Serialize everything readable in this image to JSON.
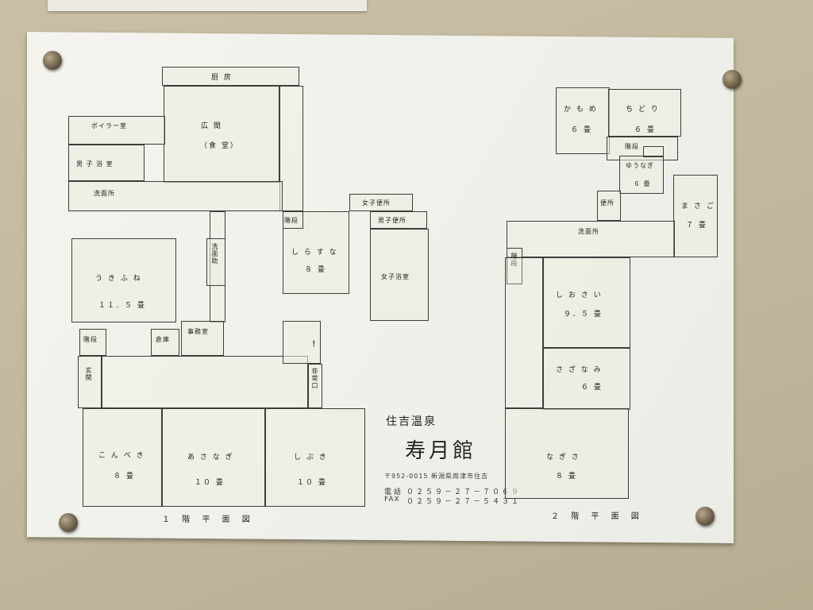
{
  "floor1": {
    "caption": "１ 階 平 面 図",
    "rooms": {
      "kitchen": "厨 房",
      "hall": "広 間",
      "hall_sub": "（食 堂）",
      "boiler": "ボイラー室",
      "men_bath": "男 子 浴 室",
      "washroom": "洗面所",
      "stairs_mid": "階段",
      "women_toilet": "女子便所",
      "men_toilet": "男子便所",
      "shirasuna": "し ら す な",
      "shirasuna_size": "８ 畳",
      "women_bath": "女子浴室",
      "washroom_v": "洗面助",
      "ukifune": "う き ふ ね",
      "ukifune_size": "１１．５ 畳",
      "stairs_left": "階段",
      "storage": "倉庫",
      "office": "事務室",
      "entrance": "玄関",
      "emergency": "非常口",
      "konbeki": "こ ん べ き",
      "konbeki_size": "８ 畳",
      "asanagi": "あ さ な ぎ",
      "asanagi_size": "１０ 畳",
      "shibuki": "し ぶ き",
      "shibuki_size": "１０ 畳"
    }
  },
  "floor2": {
    "caption": "２ 階 平 面 図",
    "rooms": {
      "kamome": "か も め",
      "kamome_size": "６ 畳",
      "chidori": "ち ど り",
      "chidori_size": "６ 畳",
      "stairs_top": "階段",
      "yuunagi": "ゆうなぎ",
      "yuunagi_size": "６ 畳",
      "toilet": "便所",
      "masago": "ま さ ご",
      "masago_size": "７ 畳",
      "washroom": "洗面所",
      "stairs_left": "階段",
      "shiosai": "し お さ い",
      "shiosai_size": "９．５ 畳",
      "sazanami": "さ ざ な み",
      "sazanami_size": "６ 畳",
      "nagisa": "な ぎ さ",
      "nagisa_size": "８ 畳"
    }
  },
  "inn": {
    "subtitle": "住吉温泉",
    "name": "寿月館",
    "address": "〒952-0015 新潟県両津市住吉",
    "tel_label": "電話",
    "tel": "０２５９－２７－７０６９",
    "fax_label": "FAX",
    "fax": "０２５９－２７－５４３１"
  },
  "marks": {
    "exclamation": "！"
  }
}
